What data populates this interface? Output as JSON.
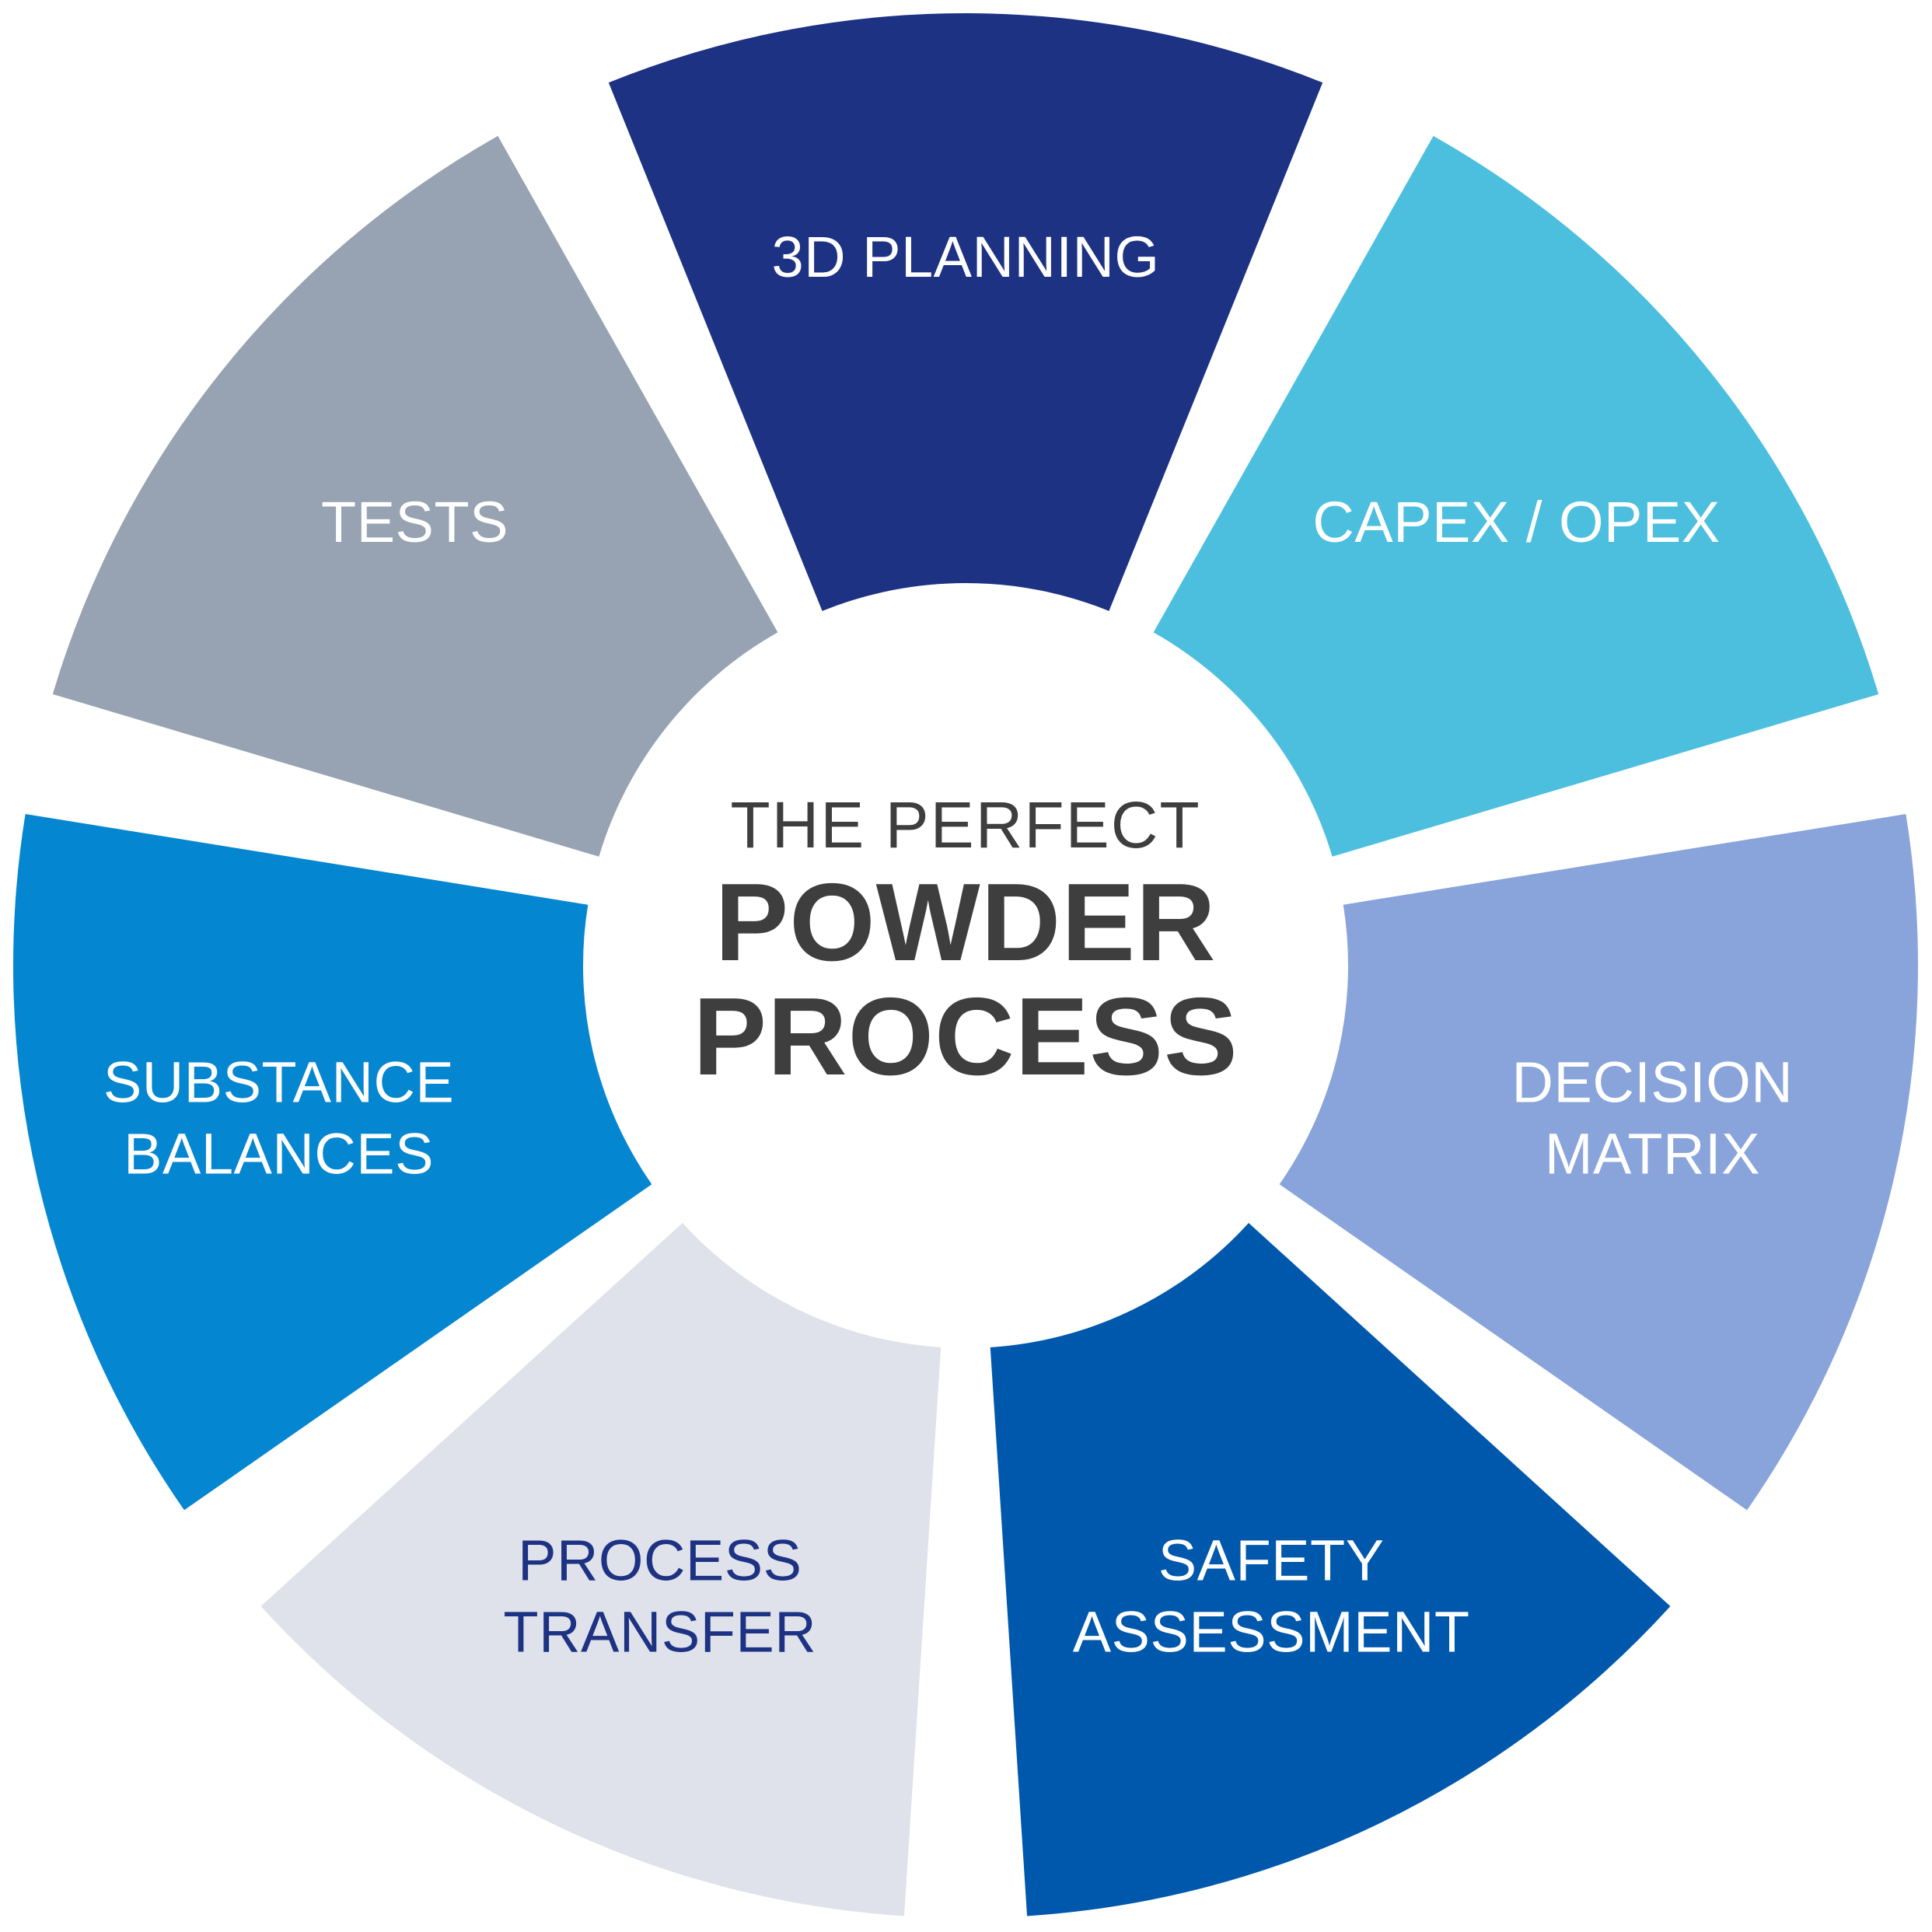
{
  "diagram": {
    "type": "circular-process-wheel",
    "center": {
      "eyebrow": "THE PERFECT",
      "line1": "POWDER",
      "line2": "PROCESS",
      "text_color": "#3E3E3E"
    },
    "background_color": "#FFFFFF",
    "segment_count": 7,
    "segments": [
      {
        "id": "capex-opex",
        "label": "CAPEX / OPEX",
        "lines": [
          "CAPEX / OPEX"
        ],
        "fill": "#4CBFDE",
        "text_color": "#FFFFFF",
        "position": "top-right",
        "order": 1
      },
      {
        "id": "decision-matrix",
        "label": "DECISION MATRIX",
        "lines": [
          "DECISION",
          "MATRIX"
        ],
        "fill": "#88A4DA",
        "text_color": "#FFFFFF",
        "position": "right-upper",
        "order": 2
      },
      {
        "id": "safety-assessment",
        "label": "SAFETY ASSESSMENT",
        "lines": [
          "SAFETY",
          "ASSESSMENT"
        ],
        "fill": "#0058AC",
        "text_color": "#FFFFFF",
        "position": "right-lower",
        "order": 3
      },
      {
        "id": "process-transfer",
        "label": "PROCESS TRANSFER",
        "lines": [
          "PROCESS",
          "TRANSFER"
        ],
        "fill": "#DFE2EA",
        "text_color": "#1E3283",
        "position": "bottom",
        "order": 4
      },
      {
        "id": "substance-balances",
        "label": "SUBSTANCE BALANCES",
        "lines": [
          "SUBSTANCE",
          "BALANCES"
        ],
        "fill": "#0586D0",
        "text_color": "#FFFFFF",
        "position": "left-lower",
        "order": 5
      },
      {
        "id": "tests",
        "label": "TESTS",
        "lines": [
          "TESTS"
        ],
        "fill": "#97A3B2",
        "text_color": "#FFFFFF",
        "position": "left-upper",
        "order": 6
      },
      {
        "id": "3d-planning",
        "label": "3D PLANNING",
        "lines": [
          "3D PLANNING"
        ],
        "fill": "#1E3283",
        "text_color": "#FFFFFF",
        "position": "top-left",
        "order": 7
      }
    ]
  },
  "chart_data": {
    "type": "pie",
    "title": "THE PERFECT POWDER PROCESS",
    "categories": [
      "CAPEX / OPEX",
      "DECISION MATRIX",
      "SAFETY ASSESSMENT",
      "PROCESS TRANSFER",
      "SUBSTANCE BALANCES",
      "TESTS",
      "3D PLANNING"
    ],
    "values": [
      1,
      1,
      1,
      1,
      1,
      1,
      1
    ],
    "colors": [
      "#4CBFDE",
      "#88A4DA",
      "#0058AC",
      "#DFE2EA",
      "#0586D0",
      "#97A3B2",
      "#1E3283"
    ],
    "legend": "none",
    "grid": false,
    "xlabel": "",
    "ylabel": ""
  }
}
